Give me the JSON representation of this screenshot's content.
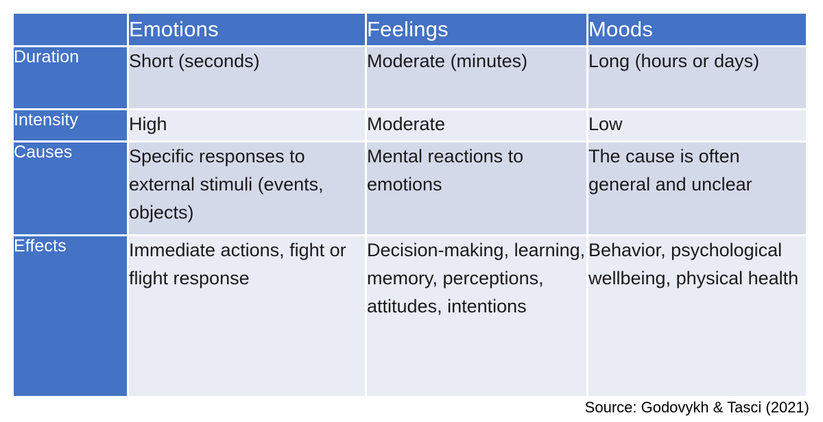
{
  "table": {
    "corner_label": "",
    "columns": [
      {
        "key": "emotions",
        "label": "Emotions"
      },
      {
        "key": "feelings",
        "label": "Feelings"
      },
      {
        "key": "moods",
        "label": "Moods"
      }
    ],
    "rows": [
      {
        "label": "Duration",
        "emotions": "Short (seconds)",
        "feelings": "Moderate (minutes)",
        "moods": "Long (hours or days)"
      },
      {
        "label": "Intensity",
        "emotions": "High",
        "feelings": "Moderate",
        "moods": "Low"
      },
      {
        "label": "Causes",
        "emotions": "Specific responses to external stimuli (events, objects)",
        "feelings": "Mental reactions to emotions",
        "moods": "The cause is often general and unclear"
      },
      {
        "label": "Effects",
        "emotions": "Immediate actions, fight or flight response",
        "feelings": "Decision-making, learning, memory, perceptions, attitudes, intentions",
        "moods": "Behavior, psychological wellbeing, physical health"
      }
    ]
  },
  "source": {
    "text": "Source: Godovykh & Tasci (2021)"
  },
  "colors": {
    "header_blue": "#4472C4",
    "row_shade_dark": "#D4D9EA",
    "row_shade_light": "#E9EBF5",
    "header_text": "#FFFFFF",
    "body_text": "#1A1A1A",
    "page_background": "#FFFFFF"
  }
}
